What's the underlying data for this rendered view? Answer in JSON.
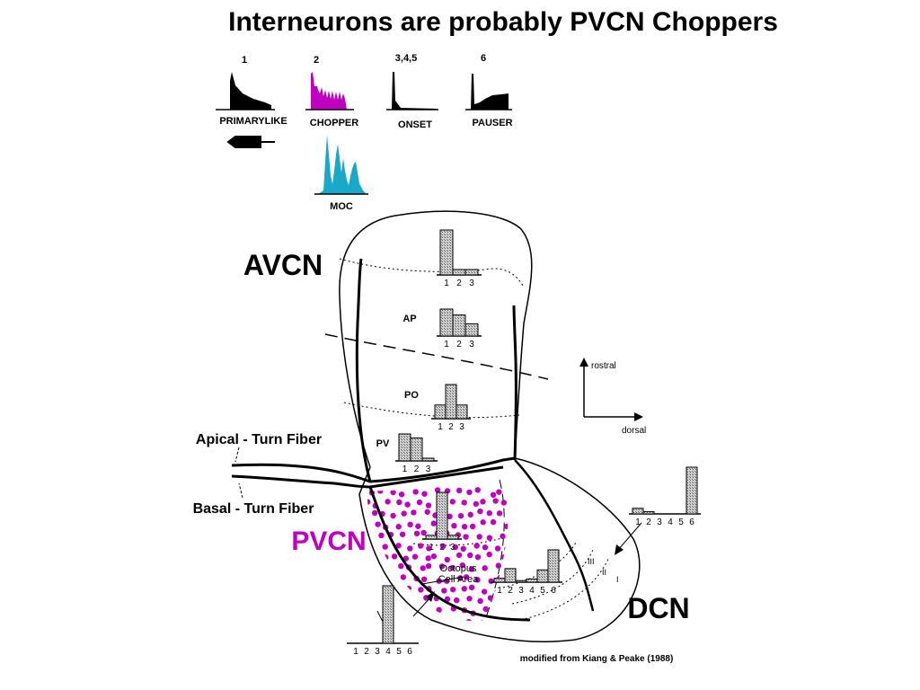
{
  "title": "Interneurons are probably PVCN Choppers",
  "legend": {
    "units": [
      {
        "number": "1",
        "name": "PRIMARYLIKE"
      },
      {
        "number": "2",
        "name": "CHOPPER",
        "color": "#c000c0"
      },
      {
        "number": "3,4,5",
        "name": "ONSET"
      },
      {
        "number": "6",
        "name": "PAUSER"
      }
    ],
    "moc": {
      "name": "MOC",
      "color": "#1aa8c8"
    }
  },
  "regions": {
    "avcn": "AVCN",
    "pvcn": {
      "label": "PVCN",
      "color": "#c000c0"
    },
    "dcn": "DCN",
    "ap": "AP",
    "po": "PO",
    "pv": "PV",
    "octopus_line1": "Octopus",
    "octopus_line2": "Cell Area",
    "dcn_layers": [
      "III",
      "II",
      "I"
    ]
  },
  "fibers": {
    "apical": "Apical - Turn Fiber",
    "basal": "Basal - Turn Fiber"
  },
  "compass": {
    "vertical": "rostral",
    "horizontal": "dorsal"
  },
  "histograms": {
    "avcn_top": {
      "ticks": [
        "1",
        "2",
        "3"
      ],
      "values": [
        1.0,
        0.12,
        0.12
      ]
    },
    "ap": {
      "ticks": [
        "1",
        "2",
        "3"
      ],
      "values": [
        1.0,
        0.78,
        0.45
      ]
    },
    "po": {
      "ticks": [
        "1",
        "2",
        "3"
      ],
      "values": [
        0.4,
        1.0,
        0.4
      ]
    },
    "pv": {
      "ticks": [
        "1",
        "2",
        "3"
      ],
      "values": [
        1.0,
        0.85,
        0.1
      ]
    },
    "pvcn": {
      "ticks": [
        "1",
        "2",
        "3"
      ],
      "values": [
        0.08,
        1.0,
        0.08
      ]
    },
    "octopus": {
      "ticks": [
        "1",
        "2",
        "3",
        "4",
        "5",
        "6"
      ],
      "values": [
        0.12,
        0.42,
        0.05,
        0.1,
        0.38,
        1.0
      ]
    },
    "dcn": {
      "ticks": [
        "1",
        "2",
        "3",
        "4",
        "5",
        "6"
      ],
      "values": [
        0.12,
        0.05,
        0.0,
        0.0,
        0.0,
        1.0
      ]
    },
    "bottom": {
      "ticks": [
        "1",
        "2",
        "3",
        "4",
        "5",
        "6"
      ],
      "values": [
        0.0,
        0.0,
        0.0,
        1.0,
        0.0,
        0.0
      ]
    }
  },
  "credit": "modified from Kiang & Peake (1988)"
}
